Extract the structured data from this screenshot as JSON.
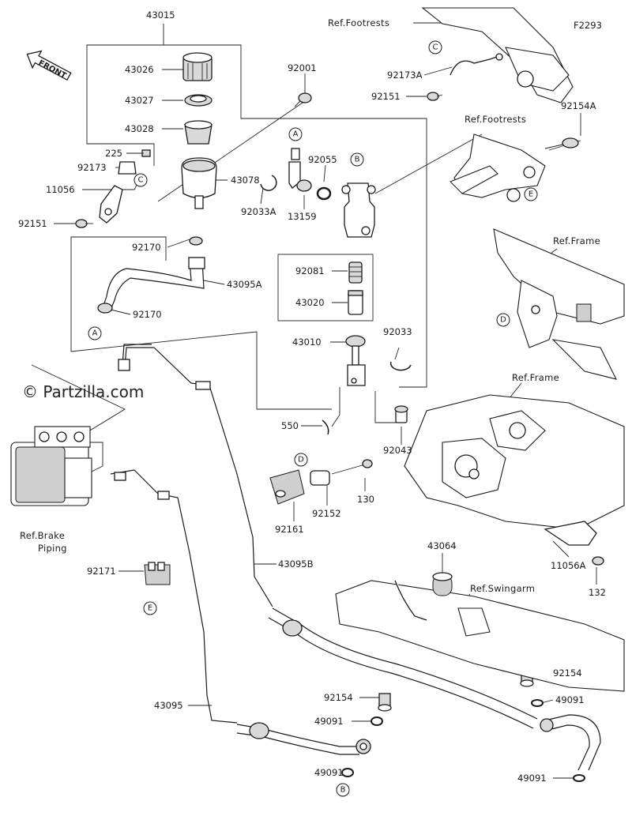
{
  "figure_code": "F2293",
  "watermark": "© Partzilla.com",
  "front_label": "FRONT",
  "refs": {
    "footrests_top": "Ref.Footrests",
    "footrests_mid": "Ref.Footrests",
    "frame_upper": "Ref.Frame",
    "frame_lower": "Ref.Frame",
    "brake_piping": [
      "Ref.Brake",
      "Piping"
    ],
    "swingarm": "Ref.Swingarm"
  },
  "parts": {
    "p43015": "43015",
    "p43026": "43026",
    "p43027": "43027",
    "p43028": "43028",
    "p225": "225",
    "p92173": "92173",
    "p11056": "11056",
    "p92151_left": "92151",
    "p43078": "43078",
    "p92170_top": "92170",
    "p43095A": "43095A",
    "p92170_bot": "92170",
    "p92001": "92001",
    "p92055": "92055",
    "p13159": "13159",
    "p92033A": "92033A",
    "p92081": "92081",
    "p43020": "43020",
    "p43010": "43010",
    "p92033": "92033",
    "p550": "550",
    "p92043": "92043",
    "p92161": "92161",
    "p92152": "92152",
    "p130": "130",
    "p92173A": "92173A",
    "p92151_top": "92151",
    "p92154A": "92154A",
    "p11056A": "11056A",
    "p132": "132",
    "p43064": "43064",
    "p92171": "92171",
    "p43095B": "43095B",
    "p43095": "43095",
    "p92154_mid": "92154",
    "p49091_mid": "49091",
    "p49091_low": "49091",
    "p92154_right": "92154",
    "p49091_right": "49091",
    "p49091_br": "49091"
  },
  "markers": {
    "A": "A",
    "B": "B",
    "C": "C",
    "D": "D",
    "E": "E"
  }
}
